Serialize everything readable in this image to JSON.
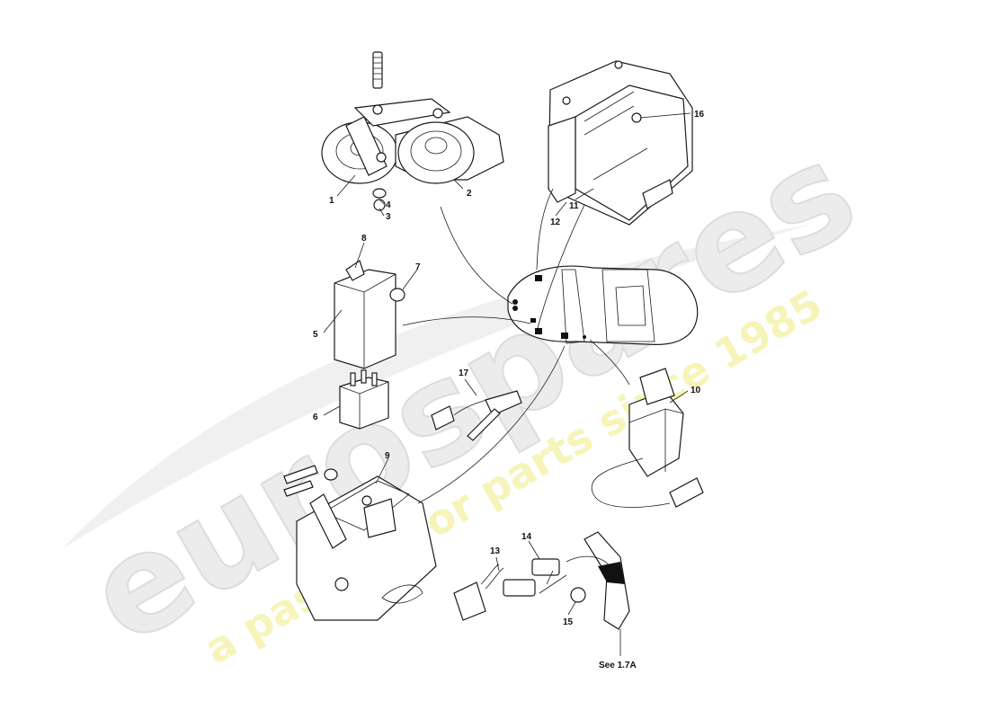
{
  "watermark": {
    "brand": "eurospares",
    "slogan": "a passion for parts since 1985",
    "brand_color": "#d6d6d6",
    "slogan_color": "#f2f09a"
  },
  "callouts": {
    "n1": "1",
    "n2": "2",
    "n3": "3",
    "n4": "4",
    "n5": "5",
    "n6": "6",
    "n7": "7",
    "n8": "8",
    "n9": "9",
    "n10": "10",
    "n11": "11",
    "n12": "12",
    "n13": "13",
    "n14": "14",
    "n15": "15",
    "n16": "16",
    "n17": "17"
  },
  "reference": "See 1.7A"
}
